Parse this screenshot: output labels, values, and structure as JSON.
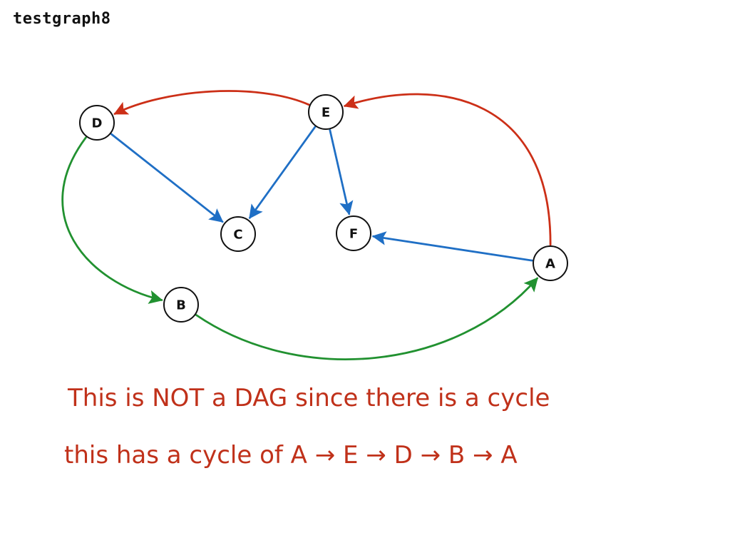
{
  "title": "testgraph8",
  "colors": {
    "red": "#cc2f17",
    "blue": "#1f6fc5",
    "green": "#219130",
    "caption": "#c0311a"
  },
  "nodes": [
    {
      "id": "D",
      "label": "D"
    },
    {
      "id": "E",
      "label": "E"
    },
    {
      "id": "C",
      "label": "C"
    },
    {
      "id": "F",
      "label": "F"
    },
    {
      "id": "A",
      "label": "A"
    },
    {
      "id": "B",
      "label": "B"
    }
  ],
  "edges": [
    {
      "from": "A",
      "to": "E",
      "color": "red"
    },
    {
      "from": "E",
      "to": "D",
      "color": "red"
    },
    {
      "from": "D",
      "to": "C",
      "color": "blue"
    },
    {
      "from": "E",
      "to": "C",
      "color": "blue"
    },
    {
      "from": "E",
      "to": "F",
      "color": "blue"
    },
    {
      "from": "A",
      "to": "F",
      "color": "blue"
    },
    {
      "from": "D",
      "to": "B",
      "color": "green"
    },
    {
      "from": "B",
      "to": "A",
      "color": "green"
    }
  ],
  "captions": {
    "line1": "This is NOT a DAG since there is a cycle",
    "line2": "this has a cycle of A → E → D → B → A"
  }
}
